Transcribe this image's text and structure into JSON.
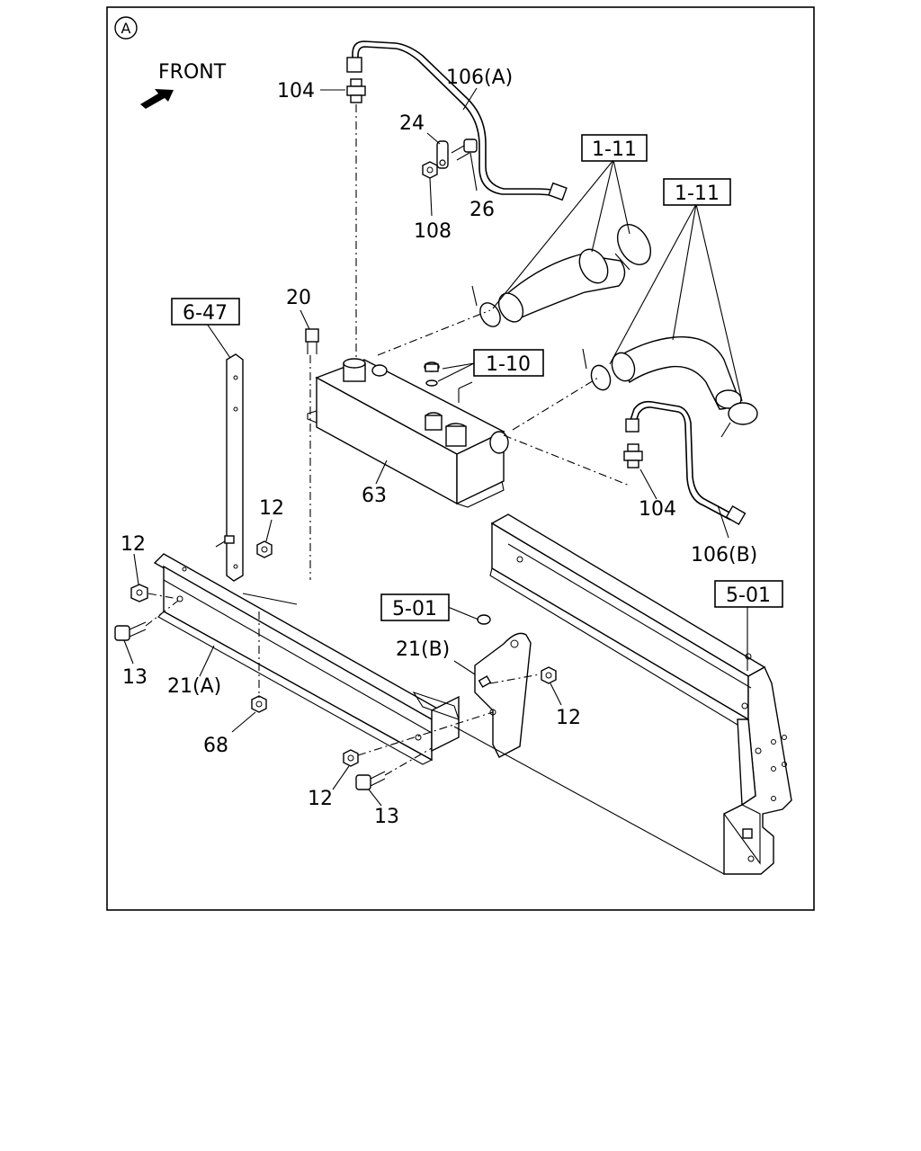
{
  "view_marker": "A",
  "direction_label": "FRONT",
  "callouts": {
    "p104_top": "104",
    "p106a": "106(A)",
    "p24": "24",
    "p26": "26",
    "p108": "108",
    "p20": "20",
    "p63": "63",
    "p104_right": "104",
    "p106b": "106(B)",
    "p12_a": "12",
    "p12_b": "12",
    "p12_c": "12",
    "p12_d": "12",
    "p13_a": "13",
    "p13_b": "13",
    "p21a": "21(A)",
    "p21b": "21(B)",
    "p68": "68"
  },
  "references": {
    "r1_11_a": "1-11",
    "r1_11_b": "1-11",
    "r1_10": "1-10",
    "r6_47": "6-47",
    "r5_01_a": "5-01",
    "r5_01_b": "5-01"
  }
}
